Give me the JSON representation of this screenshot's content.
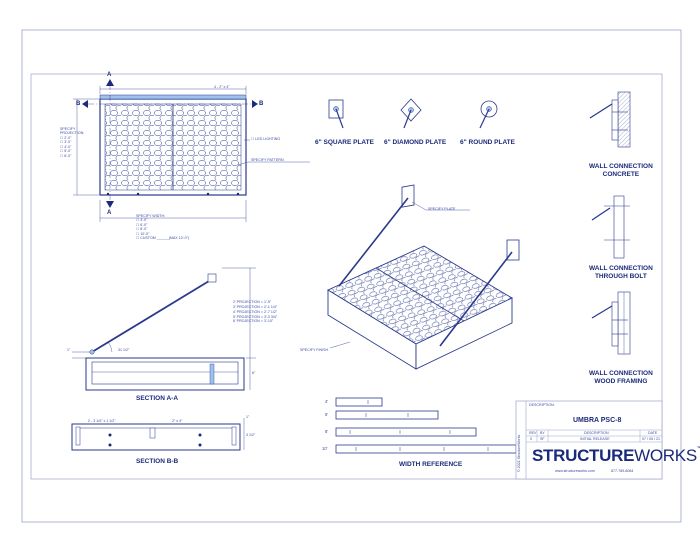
{
  "dims": {
    "plan_width": "4 - 2\" x 4\"",
    "specify_projection": [
      "SPECIFY",
      "PROJECTION:",
      "☐ 2'-0\"",
      "☐ 3'-0\"",
      "☐ 4'-0\"",
      "☐ 5'-0\"",
      "☐ 6'-0\""
    ],
    "led_lighting": "☐ LED LIGHTING",
    "specify_pattern": "SPECIFY PATTERN",
    "specify_width": [
      "SPECIFY WIDTH:",
      "☐ 4'-0\"",
      "☐ 6'-0\"",
      "☐ 8'-0\"",
      "☐ 10'-0\"",
      "☐ CUSTOM ______(MAX 10'-0\")"
    ],
    "projection_list": [
      "2' PROJECTION = 1'-5\"",
      "3' PROJECTION = 2'-1 1/4\"",
      "4' PROJECTION = 2'-7 1/2\"",
      "5' PROJECTION = 3'-3 3/4\"",
      "6' PROJECTION = 3'-10\""
    ],
    "sec_rise": "1\"",
    "sec_angle": "31 1/2°",
    "sec_height": "6\"",
    "sec_b_left": "2 - 3 1/4\" x 1 1/2\"",
    "sec_b_right": "2\" x 4\"",
    "sec_b_top": "1\"",
    "sec_b_h": "3 1/2\"",
    "specify_plate": "SPECIFY PLATE",
    "specify_finish": "SPECIFY FINISH"
  },
  "cut_marks": {
    "a": "A",
    "b": "B"
  },
  "labels": {
    "square_plate": "6\" SQUARE PLATE",
    "diamond_plate": "6\" DIAMOND PLATE",
    "round_plate": "6\" ROUND PLATE",
    "wall_concrete": [
      "WALL CONNECTION",
      "CONCRETE"
    ],
    "wall_bolt": [
      "WALL CONNECTION",
      "THROUGH BOLT"
    ],
    "wall_wood": [
      "WALL CONNECTION",
      "WOOD FRAMING"
    ],
    "section_a": "SECTION A-A",
    "section_b": "SECTION B-B",
    "width_ref": "WIDTH REFERENCE",
    "width_sizes": [
      "4'",
      "6'",
      "8'",
      "10'"
    ]
  },
  "title_block": {
    "descriptions_head": "DESCRIPTION:",
    "product": "UMBRA PSC-8",
    "rev_head": "REV",
    "by_head": "BY",
    "desc_head": "DESCRIPTION",
    "date_head": "DATE",
    "rev": "0",
    "by": "SF",
    "desc": "INITIAL RELEASE",
    "date": "07 / 05 / 21",
    "copyright": "© 2021 StructureWorks",
    "logo_bold": "STRUCTURE",
    "logo_light": "WORKS",
    "tm": "™",
    "web": "www.structureworks.com",
    "phone": "877-789-8084"
  },
  "colors": {
    "ink": "#2a3a8c",
    "ink_dark": "#1b2a7a",
    "blue_fill": "#9fc1ee",
    "border": "#9aa3c8"
  }
}
